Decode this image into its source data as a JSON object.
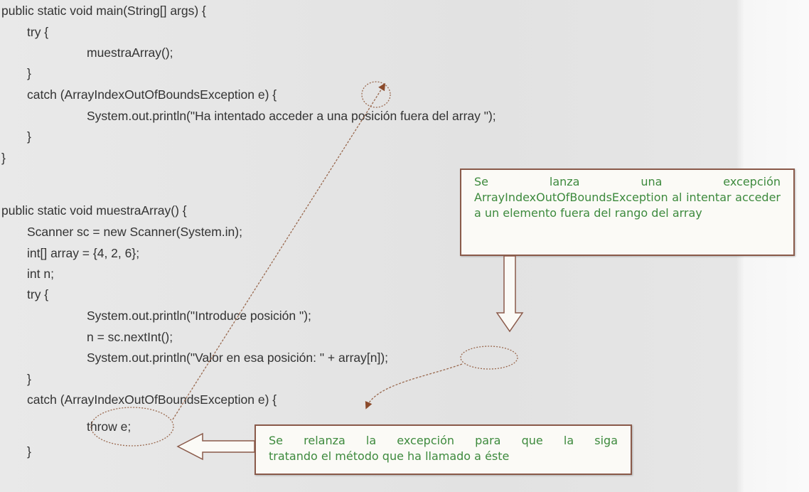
{
  "code_lines": [
    "public static void main(String[] args) {",
    "try {",
    "muestraArray();",
    "}",
    "catch (ArrayIndexOutOfBoundsException e) {",
    "System.out.println(\"Ha intentado acceder a una posición fuera del array \");",
    "}",
    "}",
    "public static void muestraArray() {",
    "Scanner sc = new Scanner(System.in);",
    "int[] array = {4, 2, 6};",
    "int n;",
    "try {",
    "System.out.println(\"Introduce posición \");",
    "n = sc.nextInt();",
    "System.out.println(\"Valor en esa posición: \" + array[n]);",
    "}",
    "catch (ArrayIndexOutOfBoundsException e) {",
    "throw e;",
    "}"
  ],
  "annotations": {
    "throw_note": "Se lanza una excepción ArrayIndexOutOfBoundsException al intentar acceder a un elemento fuera del rango del array",
    "rethrow_note_line1": "Se relanza la excepción para que la siga",
    "rethrow_note_line2": "tratando el método que ha llamado a éste"
  },
  "colors": {
    "note_text": "#3d8a3d",
    "note_border": "#8a5a4a",
    "arrow": "#8b4a2b"
  }
}
